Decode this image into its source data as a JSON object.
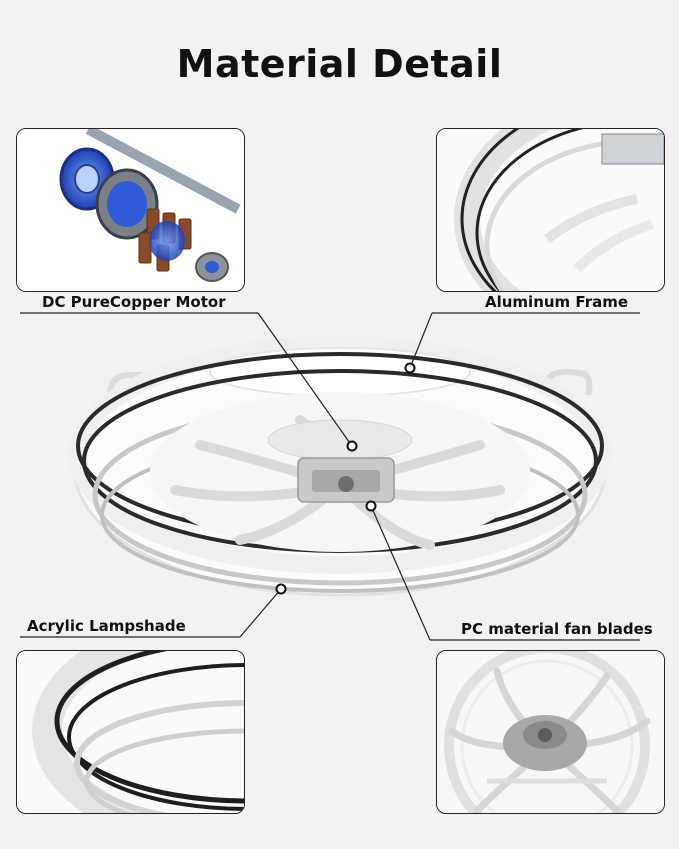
{
  "title": "Material Detail",
  "labels": {
    "motor": "DC PureCopper Motor",
    "frame": "Aluminum Frame",
    "lampshade": "Acrylic Lampshade",
    "blades": "PC material fan blades"
  },
  "colors": {
    "background": "#f3f2f0",
    "ring_stripe": "#2a2a2a",
    "motor_blue": "#2f5bd8",
    "copper": "#8a4a2a"
  }
}
